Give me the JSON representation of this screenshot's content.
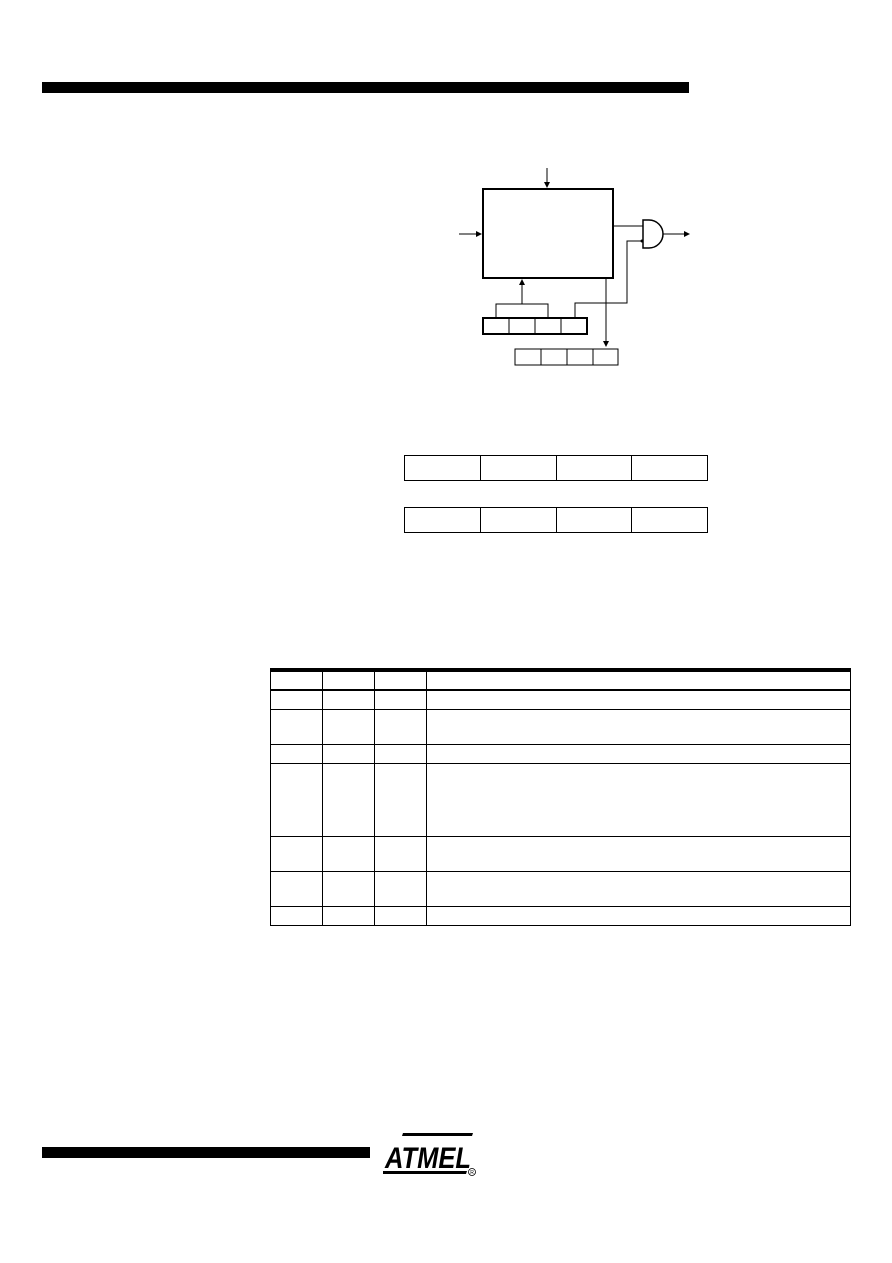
{
  "logo": {
    "text": "ATMEL",
    "registered_mark": "®"
  },
  "colors": {
    "ink": "#000000",
    "paper": "#ffffff"
  },
  "diagram": {
    "control_register_bits": [
      "",
      "",
      "",
      ""
    ],
    "status_register_bits": [
      "",
      "",
      "",
      ""
    ]
  },
  "register_rows": [
    [
      "",
      "",
      "",
      ""
    ],
    [
      "",
      "",
      "",
      ""
    ]
  ],
  "table": {
    "headers": [
      "",
      "",
      "",
      ""
    ],
    "rows": [
      {
        "cells": [
          "",
          "",
          "",
          ""
        ],
        "height": "short"
      },
      {
        "cells": [
          "",
          "",
          "",
          ""
        ],
        "height": "medium"
      },
      {
        "cells": [
          "",
          "",
          "",
          ""
        ],
        "height": "short"
      },
      {
        "cells": [
          "",
          "",
          "",
          ""
        ],
        "height": "tall"
      },
      {
        "cells": [
          "",
          "",
          "",
          ""
        ],
        "height": "medium"
      },
      {
        "cells": [
          "",
          "",
          "",
          ""
        ],
        "height": "medium"
      },
      {
        "cells": [
          "",
          "",
          "",
          ""
        ],
        "height": "short"
      }
    ]
  }
}
